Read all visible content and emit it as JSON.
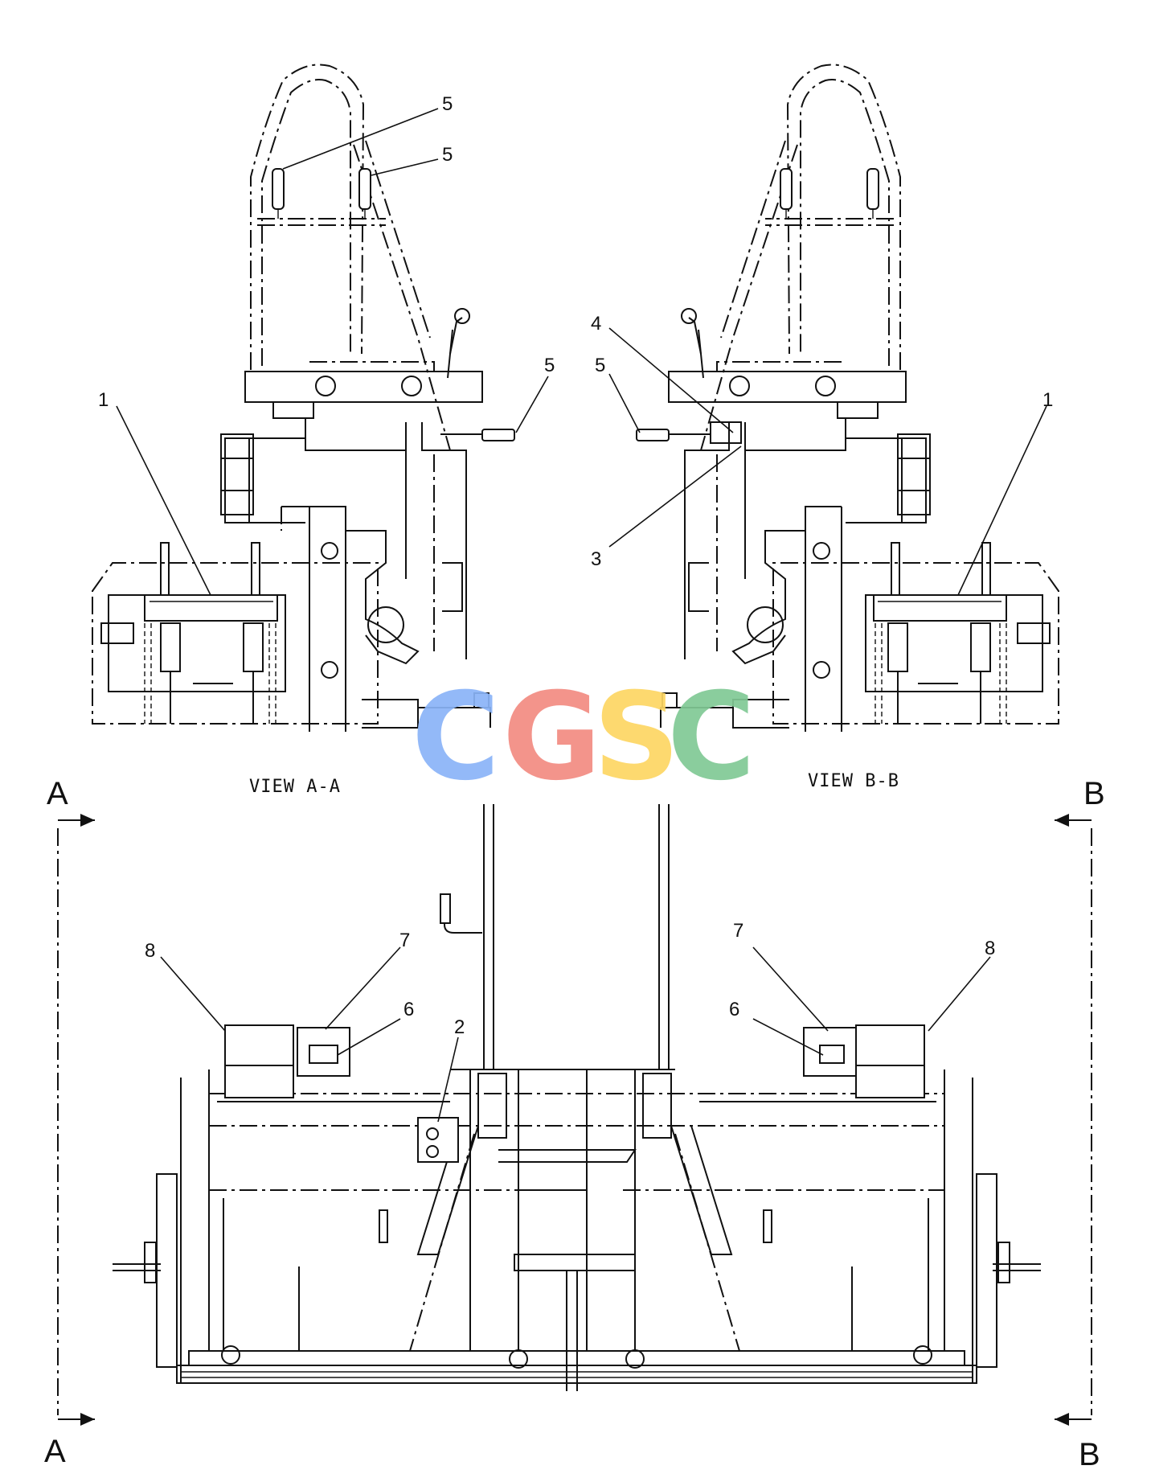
{
  "views": {
    "a_title": "VIEW A-A",
    "b_title": "VIEW B-B"
  },
  "section_marks": {
    "a_top": "A",
    "a_bottom": "A",
    "b_top": "B",
    "b_bottom": "B"
  },
  "callouts": {
    "a_5_top": "5",
    "a_5_mid": "5",
    "a_5_right": "5",
    "a_1": "1",
    "b_4": "4",
    "b_5": "5",
    "b_3": "3",
    "b_1": "1",
    "c_8_left": "8",
    "c_7_left": "7",
    "c_6_left": "6",
    "c_2": "2",
    "c_7_right": "7",
    "c_6_right": "6",
    "c_8_right": "8"
  },
  "watermark": {
    "letters": [
      "C",
      "G",
      "S",
      "C"
    ],
    "colors": [
      "#8ab4f8",
      "#f28b82",
      "#fdd663",
      "#81c995"
    ]
  }
}
